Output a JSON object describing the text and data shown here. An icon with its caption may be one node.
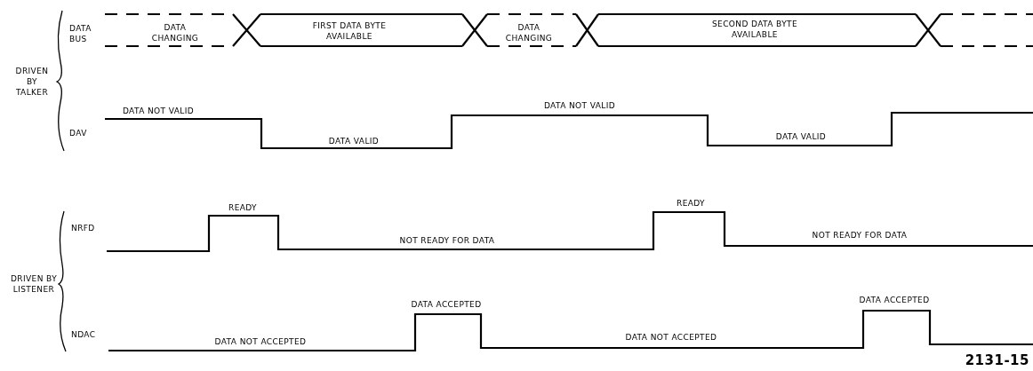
{
  "diagram": {
    "labels": [
      "DATA BUS",
      "DATA CHANGING",
      "FIRST DATA BYTE AVAILABLE",
      "DATA CHANGING",
      "SECOND DATA BYTE AVAILABLE",
      "DRIVEN BY TALKER",
      "DATA NOT VALID",
      "DATA NOT VALID",
      "DAV",
      "DATA VALID",
      "DATA VALID",
      "READY",
      "READY",
      "NRFD",
      "NOT READY FOR DATA",
      "NOT READY FOR DATA",
      "DRIVEN BY LISTENER",
      "DATA ACCEPTED",
      "DATA ACCEPTED",
      "NDAC",
      "DATA NOT ACCEPTED",
      "DATA NOT ACCEPTED",
      "2131-15"
    ]
  }
}
